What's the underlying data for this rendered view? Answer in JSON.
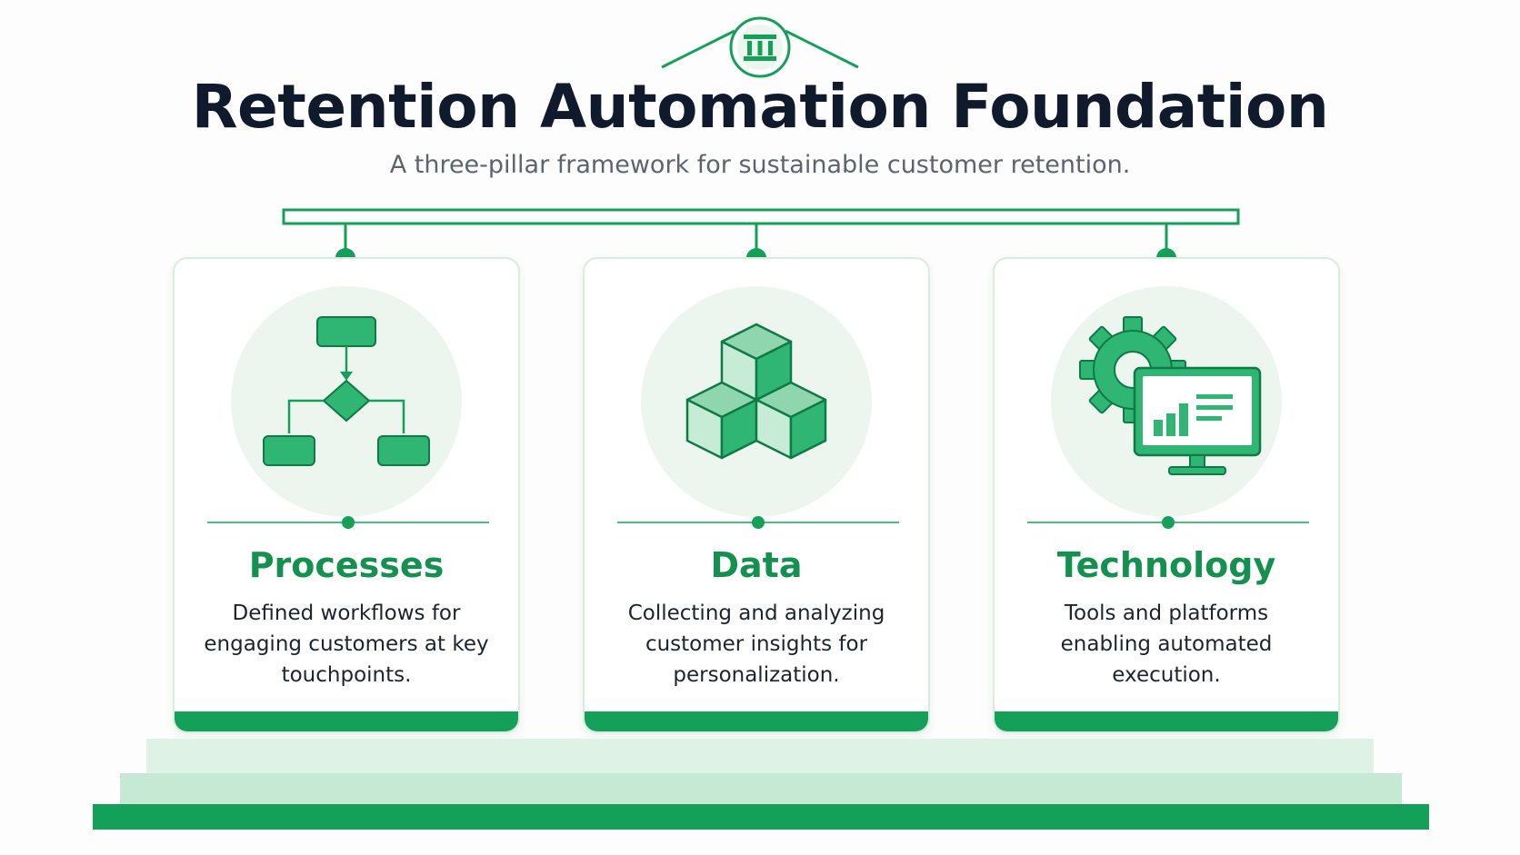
{
  "header": {
    "title": "Retention Automation Foundation",
    "subtitle": "A three-pillar framework for sustainable customer retention."
  },
  "pillars": [
    {
      "title": "Processes",
      "description": "Defined workflows for engaging customers at key touchpoints.",
      "icon": "flowchart-icon"
    },
    {
      "title": "Data",
      "description": "Collecting and analyzing customer insights for personalization.",
      "icon": "cubes-icon"
    },
    {
      "title": "Technology",
      "description": "Tools and platforms enabling automated execution.",
      "icon": "gear-monitor-icon"
    }
  ],
  "colors": {
    "accent": "#15a05a",
    "accent_dark": "#0e7a44",
    "accent_light": "#ecf6ef",
    "title": "#0f1b2d",
    "subtitle": "#5c6470"
  }
}
